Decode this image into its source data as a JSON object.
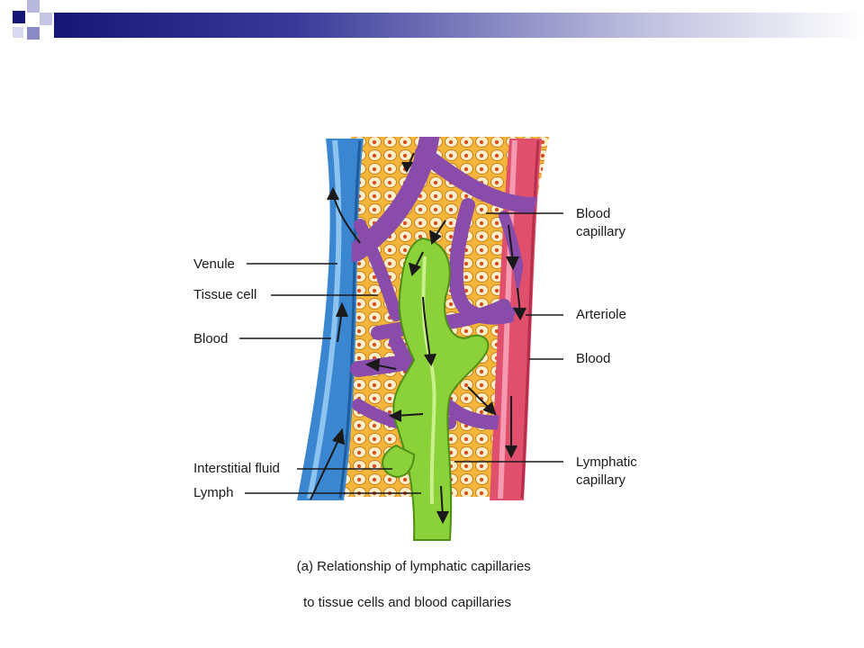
{
  "colors": {
    "header_bar": "#161675",
    "venule": "#3a86d0",
    "arteriole": "#e0506c",
    "capillary": "#8a4caa",
    "lymphatic": "#8ad13a",
    "tissue": "#f3b53a"
  },
  "labels": {
    "venule": "Venule",
    "tissue_cell": "Tissue cell",
    "blood_left": "Blood",
    "interstitial_fluid": "Interstitial fluid",
    "lymph": "Lymph",
    "blood_capillary": "Blood\ncapillary",
    "arteriole": "Arteriole",
    "blood_right": "Blood",
    "lymphatic_capillary": "Lymphatic\ncapillary"
  },
  "caption": {
    "line1": "(a) Relationship of lymphatic capillaries",
    "line2": "to tissue cells and blood capillaries"
  }
}
